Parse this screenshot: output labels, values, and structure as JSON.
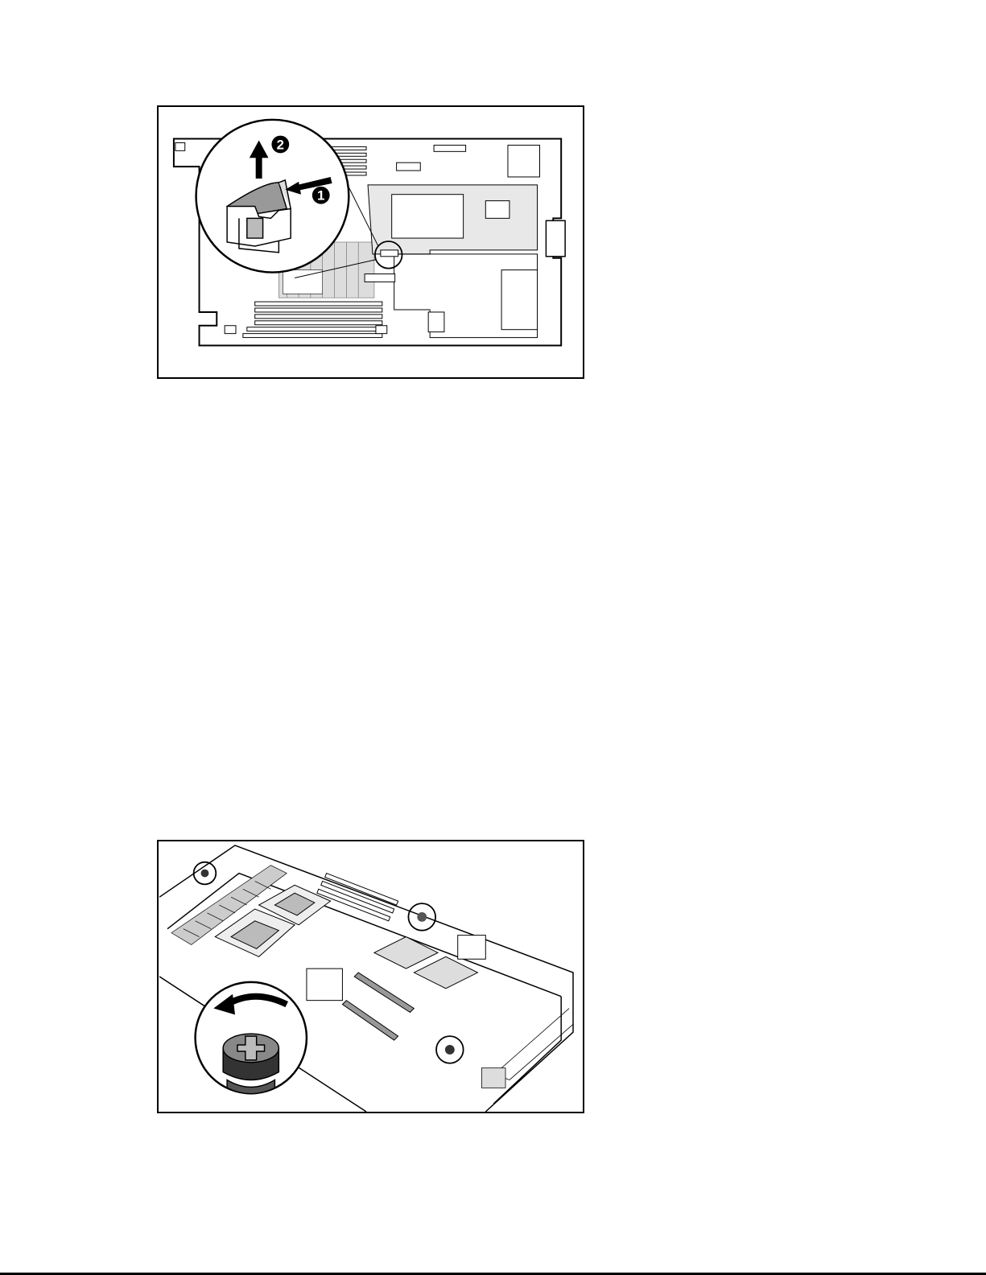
{
  "figures": [
    {
      "id": "figure-1",
      "callouts": [
        "1",
        "2"
      ],
      "icons": [
        "arrow-up-icon",
        "arrow-left-icon",
        "magnifier-circle-icon"
      ]
    },
    {
      "id": "figure-2",
      "icons": [
        "counterclockwise-arrow-icon",
        "thumbscrew-icon",
        "magnifier-circle-icon"
      ]
    }
  ]
}
